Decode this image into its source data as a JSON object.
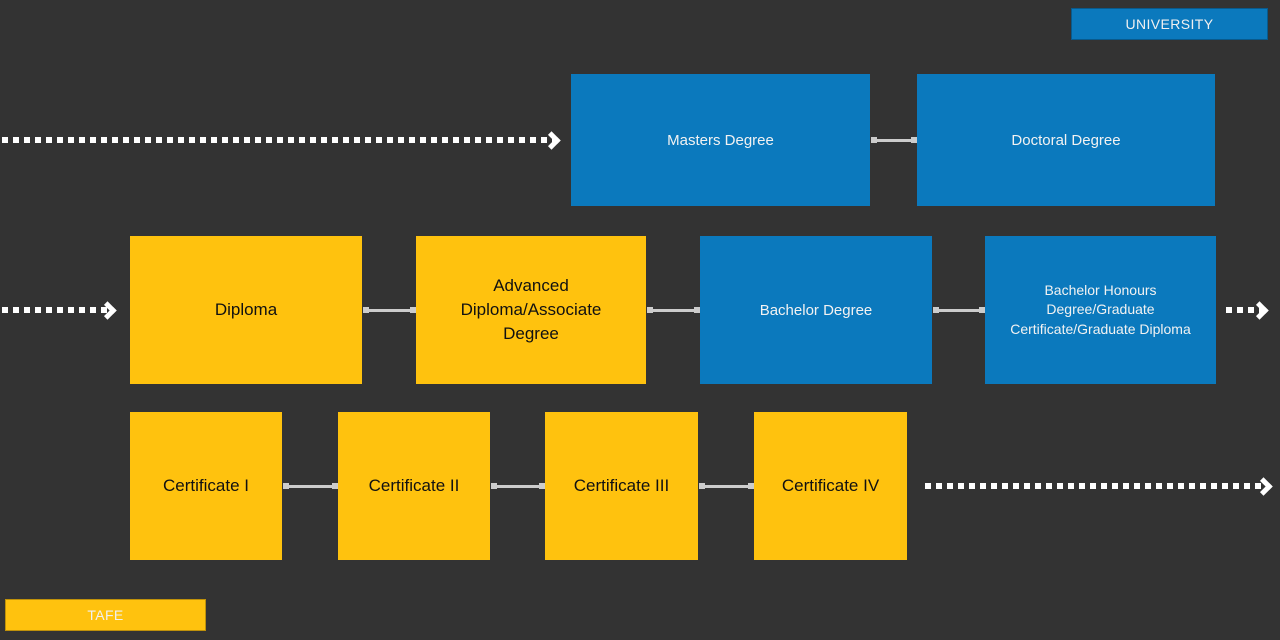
{
  "colors": {
    "background": "#333333",
    "box_blue": "#0b79bd",
    "box_yellow": "#ffc20e",
    "connector": "#cccccc",
    "arrow": "#ffffff",
    "text_on_blue": "#f2f2f2",
    "text_on_yellow": "#111111",
    "tag_text": "#f0f0f0"
  },
  "tags": {
    "university": "UNIVERSITY",
    "tafe": "TAFE"
  },
  "boxes": {
    "masters": {
      "label": "Masters Degree",
      "color": "blue"
    },
    "doctoral": {
      "label": "Doctoral Degree",
      "color": "blue"
    },
    "diploma": {
      "label": "Diploma",
      "color": "yellow"
    },
    "advanced_diploma": {
      "label": "Advanced Diploma/Associate Degree",
      "lines": [
        "Advanced",
        "Diploma/Associate",
        "Degree"
      ],
      "color": "yellow"
    },
    "bachelor": {
      "label": "Bachelor Degree",
      "color": "blue"
    },
    "bachelor_honours": {
      "label": "Bachelor Honours Degree/Graduate Certificate/Graduate Diploma",
      "lines": [
        "Bachelor Honours",
        "Degree/Graduate",
        "Certificate/Graduate Diploma"
      ],
      "color": "blue"
    },
    "certificate_1": {
      "label": "Certificate I",
      "color": "yellow"
    },
    "certificate_2": {
      "label": "Certificate II",
      "color": "yellow"
    },
    "certificate_3": {
      "label": "Certificate III",
      "color": "yellow"
    },
    "certificate_4": {
      "label": "Certificate IV",
      "color": "yellow"
    }
  }
}
